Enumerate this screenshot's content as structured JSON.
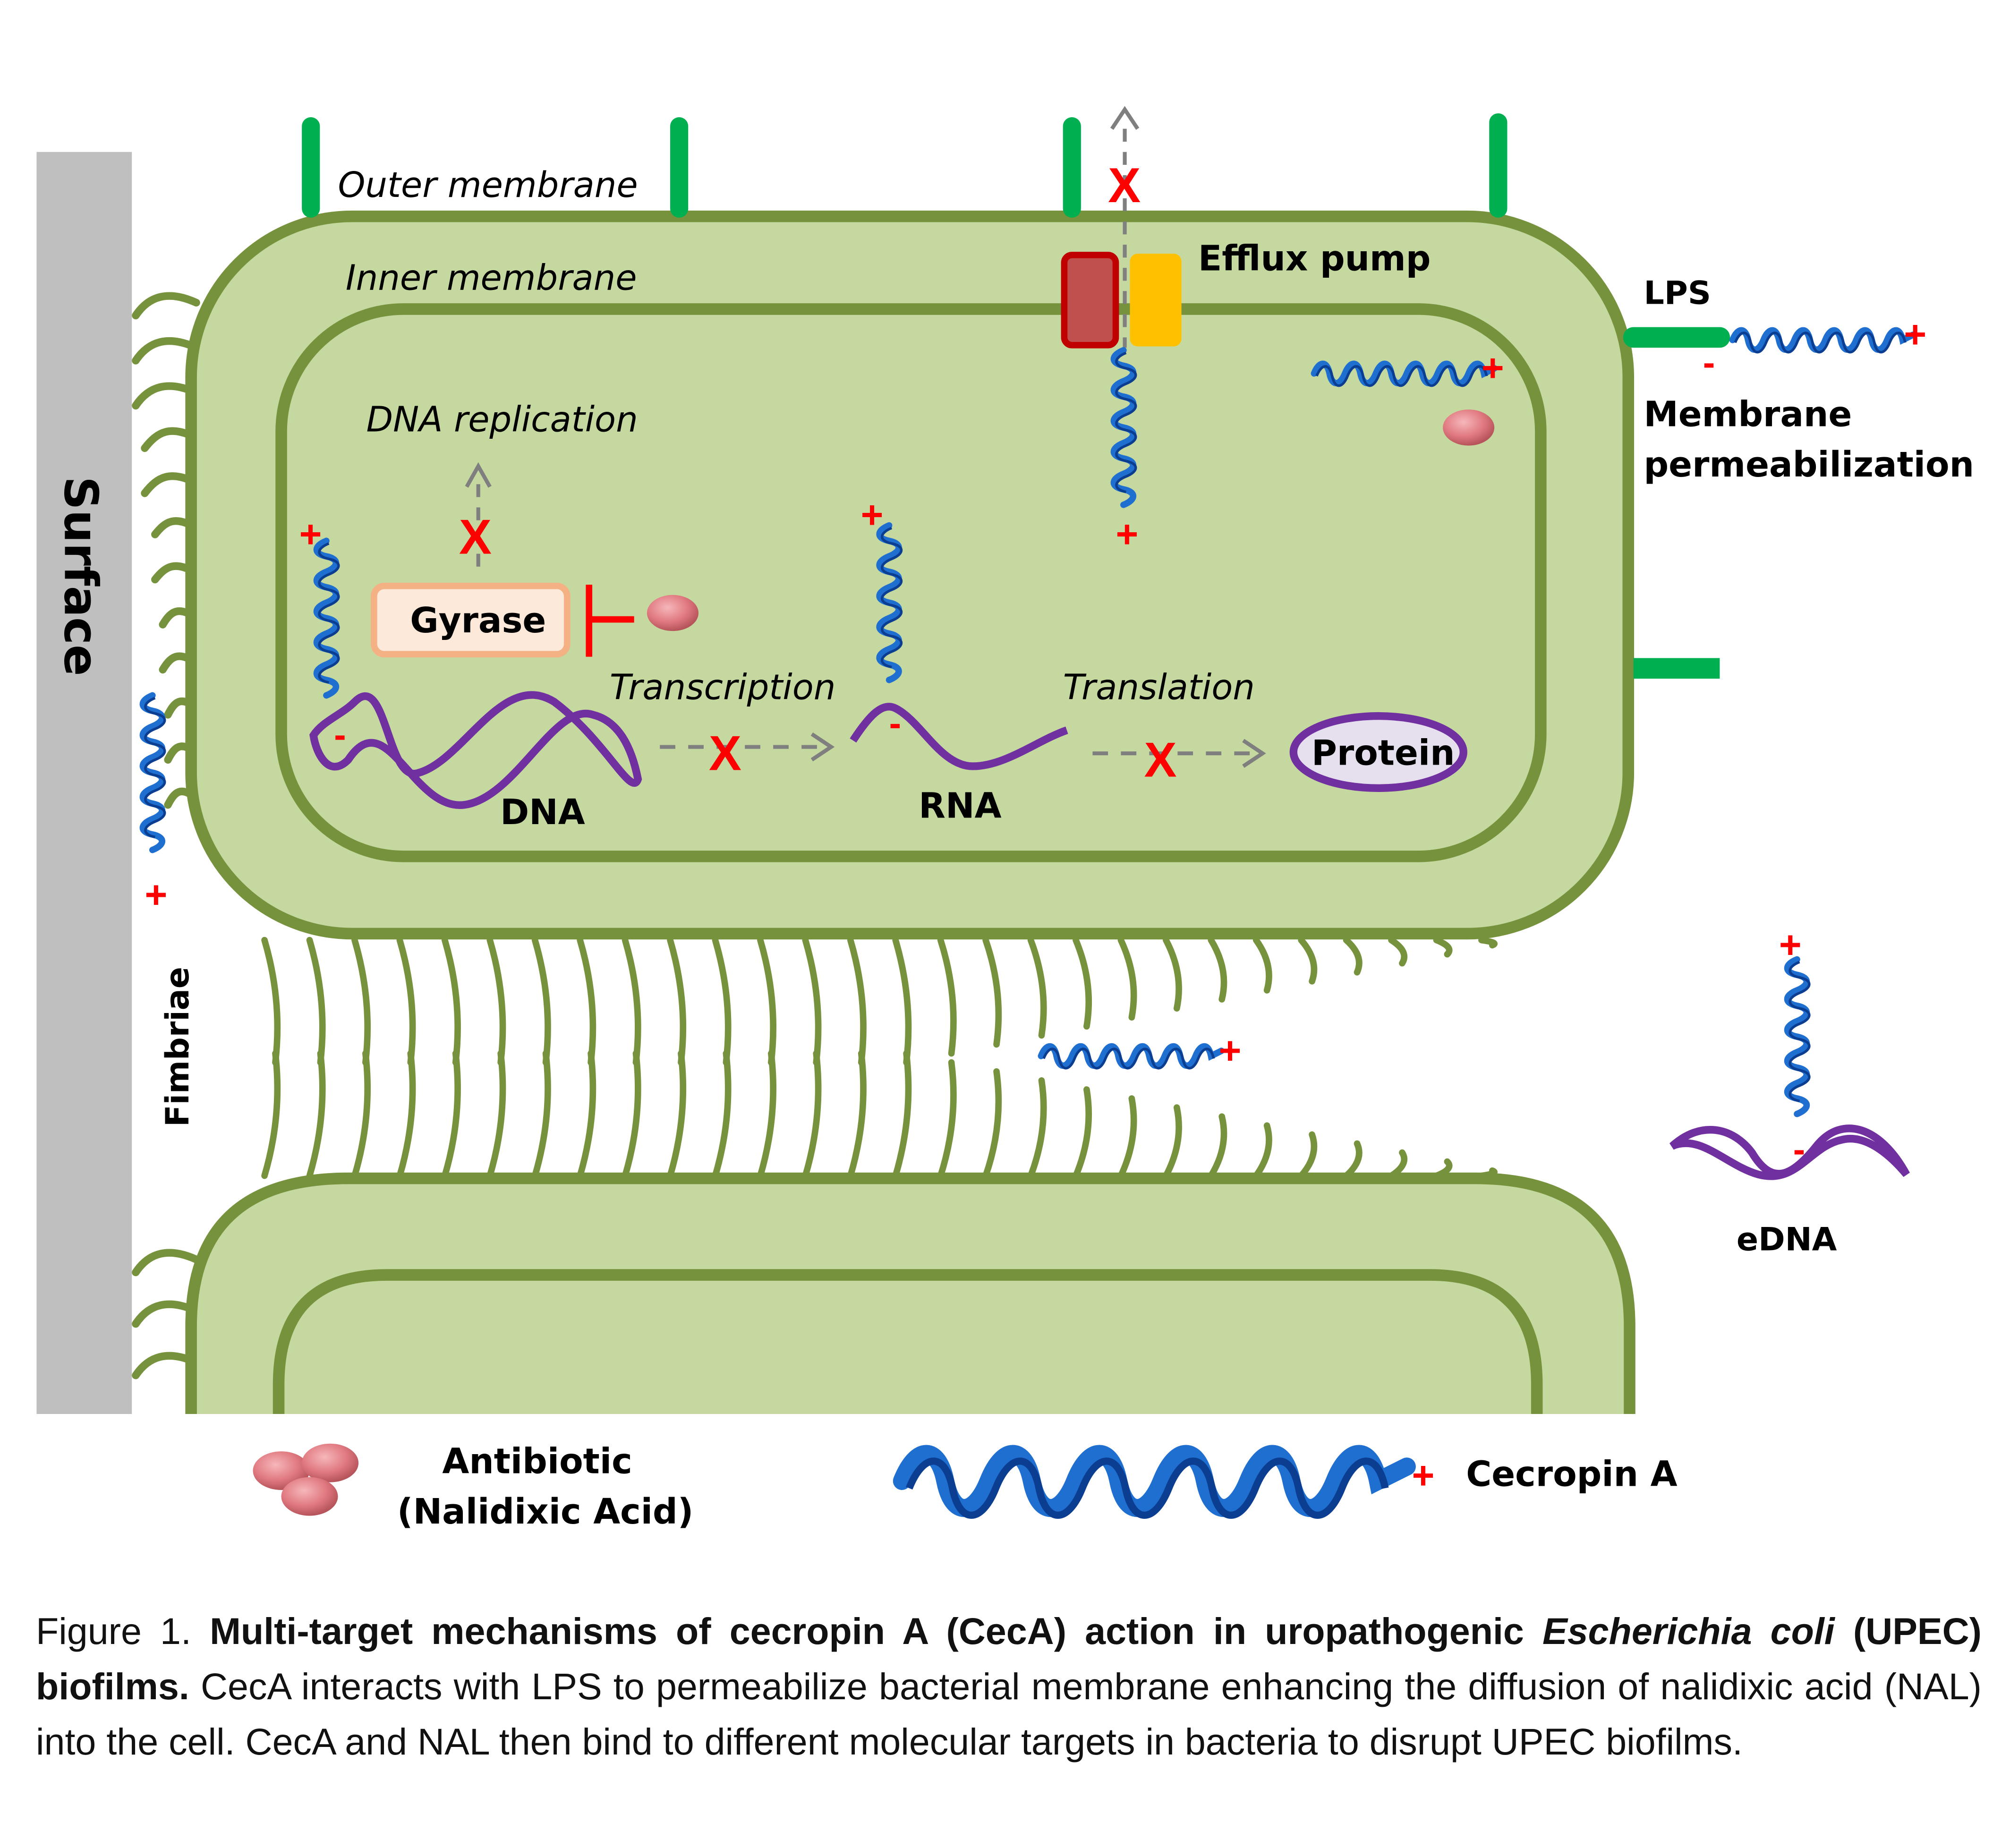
{
  "figure": {
    "labels": {
      "surface": "Surface",
      "outer_membrane": "Outer membrane",
      "inner_membrane": "Inner membrane",
      "efflux_pump": "Efflux pump",
      "lps": "LPS",
      "membrane_permeabilization_1": "Membrane",
      "membrane_permeabilization_2": "permeabilization",
      "dna_replication": "DNA replication",
      "gyrase": "Gyrase",
      "transcription": "Transcription",
      "translation": "Translation",
      "dna": "DNA",
      "rna": "RNA",
      "protein": "Protein",
      "fimbriae": "Fimbriae",
      "edna": "eDNA",
      "plus": "+",
      "minus": "-",
      "blocked": "X"
    },
    "legend": {
      "antibiotic_line1": "Antibiotic",
      "antibiotic_line2": "(Nalidixic Acid)",
      "cecropin": "Cecropin A"
    },
    "colors": {
      "cell_fill": "#c5d89f",
      "membrane": "#76923c",
      "lps_green": "#00b050",
      "surface_gray": "#bfbfbf",
      "dna_purple": "#7030a0",
      "peptide_blue": "#1f6fd1",
      "charge_red": "#ff0000",
      "pump_red": "#c00000",
      "pump_yellow": "#ffc000",
      "antibiotic_pink": "#e07a80",
      "gyrase_fill": "#fde9d9",
      "gyrase_border": "#f4b183",
      "arrow_gray": "#7f7f7f"
    }
  },
  "caption": {
    "prefix": "Figure 1. ",
    "title_bold_1": "Multi-target mechanisms of cecropin A (CecA) action in uropathogenic ",
    "title_italic": "Escherichia coli",
    "title_bold_2": " (UPEC) biofilms.",
    "body": " CecA interacts with LPS to permeabilize bacterial membrane enhancing the diffusion of nalidixic acid (NAL) into the cell. CecA and NAL then bind to different molecular targets in bacteria to disrupt UPEC biofilms."
  }
}
